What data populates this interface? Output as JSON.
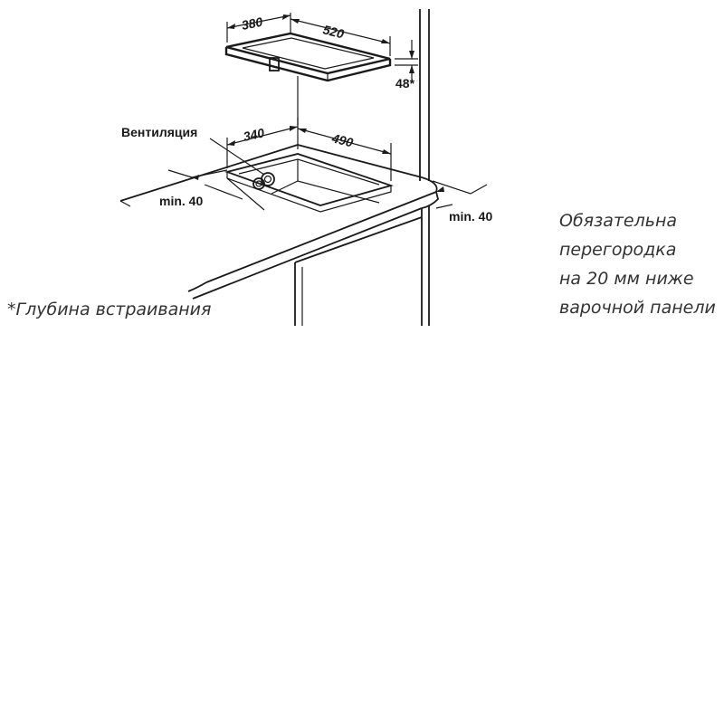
{
  "hob_dimensions": {
    "width_label": "520",
    "depth_label": "380",
    "height_label": "48*"
  },
  "cutout_dimensions": {
    "width_label": "490",
    "depth_label": "340"
  },
  "ventilation_label": "Вентиляция",
  "min_clearance_left": "min. 40",
  "min_clearance_right": "min. 40",
  "depth_note": "*Глубина встраивания",
  "partition_note": {
    "line1": "Обязательна",
    "line2": "перегородка",
    "line3": "на 20 мм ниже",
    "line4": "варочной панели"
  }
}
